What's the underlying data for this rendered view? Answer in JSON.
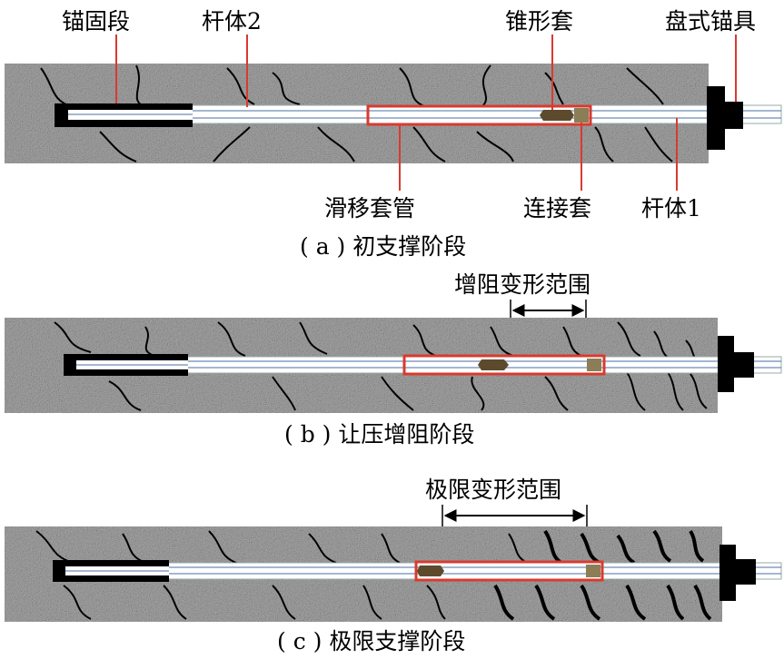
{
  "panels": {
    "a": {
      "caption": "( a ) 初支撑阶段",
      "labels": {
        "anchor_segment": "锚固段",
        "rod_2": "杆体2",
        "cone_sleeve": "锥形套",
        "plate_anchor": "盘式锚具",
        "sliding_sleeve": "滑移套管",
        "connector_sleeve": "连接套",
        "rod_1": "杆体1"
      }
    },
    "b": {
      "caption": "( b ) 让压增阻阶段",
      "range_label": "增阻变形范围"
    },
    "c": {
      "caption": "( c ) 极限支撑阶段",
      "range_label": "极限变形范围"
    }
  },
  "colors": {
    "rock_base": "#a7a7a7",
    "sleeve_outline": "#d93a2f",
    "leader_line": "#d93a2f",
    "cone": "#5d4a2d",
    "connector": "#8b7d55",
    "anchor": "#000000"
  },
  "icons": {
    "rock_texture": "granular-gray-noise",
    "crack": "black-curved-line",
    "range_arrow": "double-headed-arrow"
  }
}
